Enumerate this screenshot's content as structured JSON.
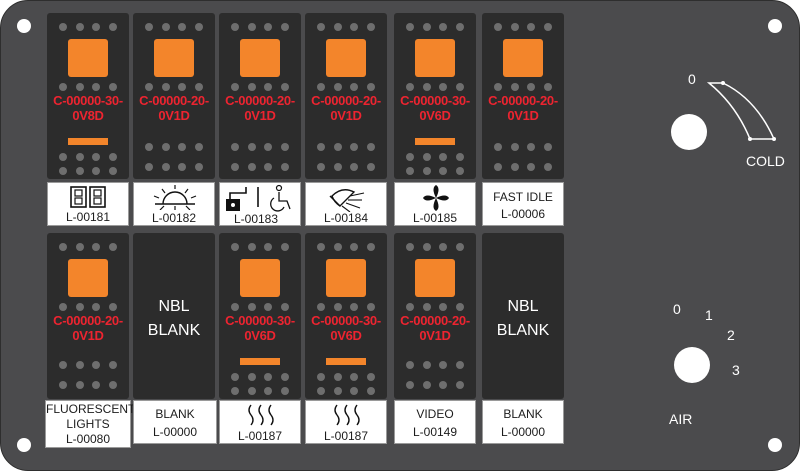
{
  "panel": {
    "colors": {
      "panel": "#4b4b4d",
      "switch_body": "#2c2c2c",
      "lamp": "#f3852b",
      "code_text": "#ed2430",
      "label_bg": "#ffffff"
    }
  },
  "switches_top": [
    {
      "code_line1": "C-00000-30-",
      "code_line2": "0V8D",
      "lamp": true,
      "indicator_bar": true
    },
    {
      "code_line1": "C-00000-20-",
      "code_line2": "0V1D",
      "lamp": true,
      "indicator_bar": false
    },
    {
      "code_line1": "C-00000-20-",
      "code_line2": "0V1D",
      "lamp": true,
      "indicator_bar": false
    },
    {
      "code_line1": "C-00000-20-",
      "code_line2": "0V1D",
      "lamp": true,
      "indicator_bar": false
    },
    {
      "code_line1": "C-00000-30-",
      "code_line2": "0V6D",
      "lamp": true,
      "indicator_bar": true
    },
    {
      "code_line1": "C-00000-20-",
      "code_line2": "0V1D",
      "lamp": true,
      "indicator_bar": false
    }
  ],
  "labels_top": [
    {
      "icon": "dual-door-icon",
      "line1": "",
      "line2": "L-00181"
    },
    {
      "icon": "sun-icon",
      "line1": "",
      "line2": "L-00182"
    },
    {
      "icon": "lock-wheelchair-icon",
      "line1": "",
      "line2": "L-00183"
    },
    {
      "icon": "shower-icon",
      "line1": "",
      "line2": "L-00184"
    },
    {
      "icon": "fan-icon",
      "line1": "",
      "line2": "L-00185"
    },
    {
      "icon": "",
      "line1": "FAST IDLE",
      "line2": "L-00006"
    }
  ],
  "switches_bottom": [
    {
      "code_line1": "C-00000-20-",
      "code_line2": "0V1D",
      "blank_line1": "",
      "blank_line2": "",
      "lamp": true,
      "indicator_bar": false
    },
    {
      "code_line1": "",
      "code_line2": "",
      "blank_line1": "NBL",
      "blank_line2": "BLANK",
      "lamp": false,
      "indicator_bar": false
    },
    {
      "code_line1": "C-00000-30-",
      "code_line2": "0V6D",
      "blank_line1": "",
      "blank_line2": "",
      "lamp": true,
      "indicator_bar": true
    },
    {
      "code_line1": "C-00000-30-",
      "code_line2": "0V6D",
      "blank_line1": "",
      "blank_line2": "",
      "lamp": true,
      "indicator_bar": true
    },
    {
      "code_line1": "C-00000-20-",
      "code_line2": "0V1D",
      "blank_line1": "",
      "blank_line2": "",
      "lamp": true,
      "indicator_bar": false
    },
    {
      "code_line1": "",
      "code_line2": "",
      "blank_line1": "NBL",
      "blank_line2": "BLANK",
      "lamp": false,
      "indicator_bar": false
    }
  ],
  "labels_bottom": [
    {
      "icon": "",
      "line1": "FLUORESCENT",
      "line2": "LIGHTS",
      "line3": "L-00080"
    },
    {
      "icon": "",
      "line1": "BLANK",
      "line2": "L-00000",
      "line3": ""
    },
    {
      "icon": "heat-icon",
      "line1": "",
      "line2": "L-00187",
      "line3": ""
    },
    {
      "icon": "heat-icon",
      "line1": "",
      "line2": "L-00187",
      "line3": ""
    },
    {
      "icon": "",
      "line1": "VIDEO",
      "line2": "L-00149",
      "line3": ""
    },
    {
      "icon": "",
      "line1": "BLANK",
      "line2": "L-00000",
      "line3": ""
    }
  ],
  "temperature_control": {
    "min_label": "0",
    "max_label": "COLD"
  },
  "air_control": {
    "positions": [
      "0",
      "1",
      "2",
      "3"
    ],
    "label": "AIR"
  }
}
